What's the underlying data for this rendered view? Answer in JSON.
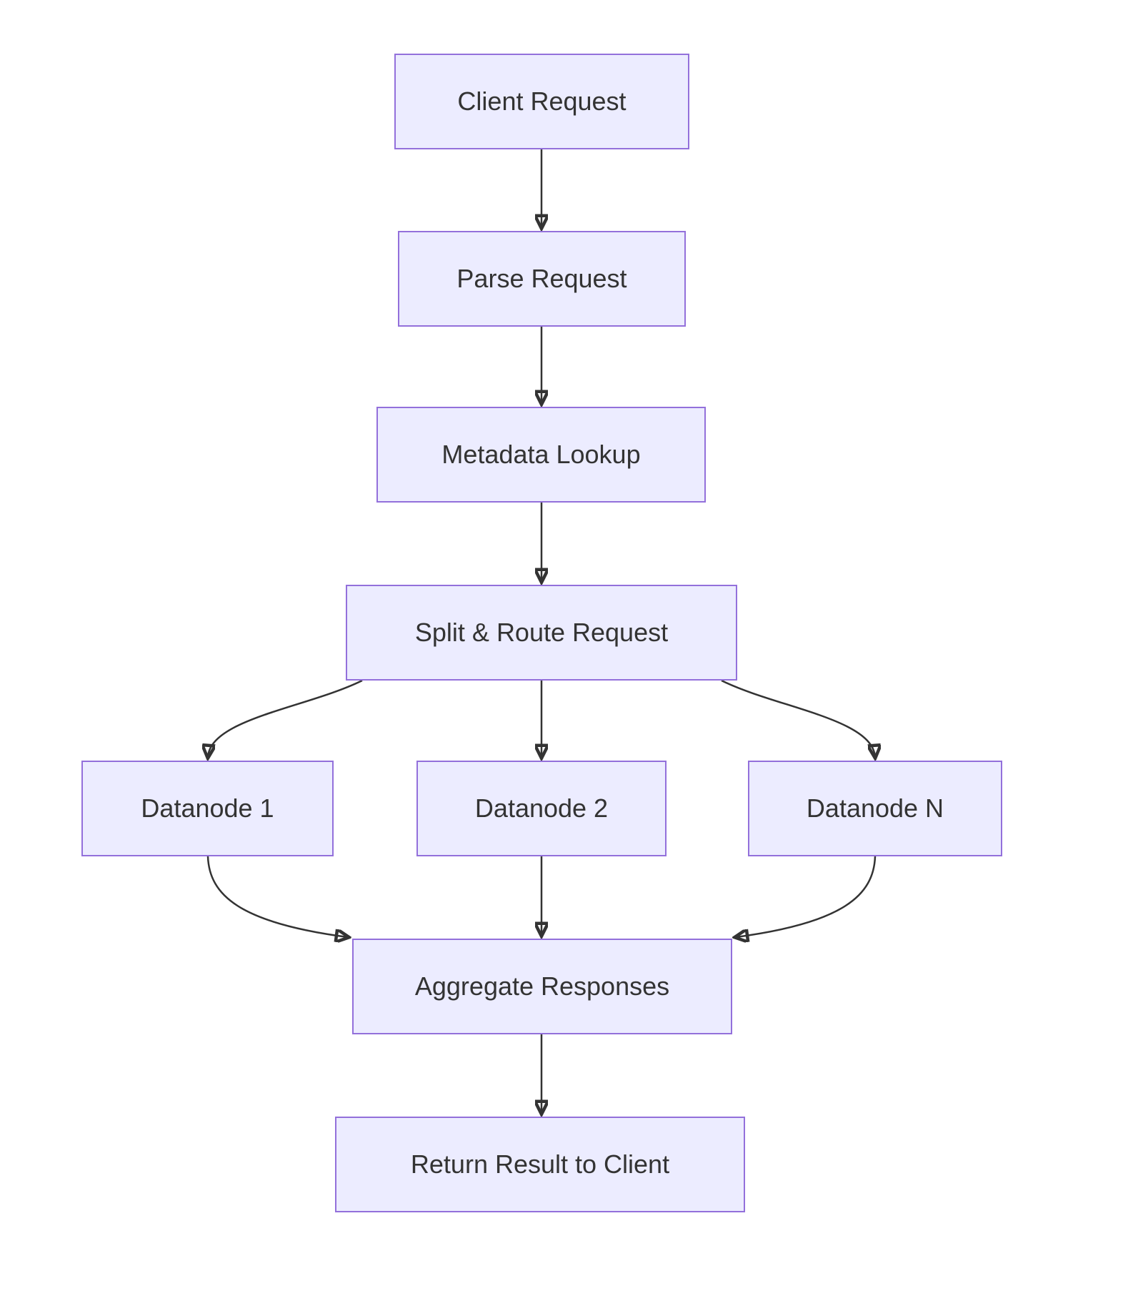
{
  "diagram": {
    "type": "flowchart",
    "direction": "top-down",
    "colors": {
      "node_fill": "#ECECFF",
      "node_border": "#9370DB",
      "arrow": "#333333",
      "text": "#333333",
      "background": "#FFFFFF"
    },
    "nodes": [
      {
        "id": "client",
        "label": "Client Request"
      },
      {
        "id": "parse",
        "label": "Parse Request"
      },
      {
        "id": "metadata",
        "label": "Metadata Lookup"
      },
      {
        "id": "split",
        "label": "Split & Route Request"
      },
      {
        "id": "datanode1",
        "label": "Datanode 1"
      },
      {
        "id": "datanode2",
        "label": "Datanode 2"
      },
      {
        "id": "datanodeN",
        "label": "Datanode N"
      },
      {
        "id": "aggregate",
        "label": "Aggregate Responses"
      },
      {
        "id": "return",
        "label": "Return Result to Client"
      }
    ],
    "edges": [
      {
        "from": "client",
        "to": "parse"
      },
      {
        "from": "parse",
        "to": "metadata"
      },
      {
        "from": "metadata",
        "to": "split"
      },
      {
        "from": "split",
        "to": "datanode1"
      },
      {
        "from": "split",
        "to": "datanode2"
      },
      {
        "from": "split",
        "to": "datanodeN"
      },
      {
        "from": "datanode1",
        "to": "aggregate"
      },
      {
        "from": "datanode2",
        "to": "aggregate"
      },
      {
        "from": "datanodeN",
        "to": "aggregate"
      },
      {
        "from": "aggregate",
        "to": "return"
      }
    ]
  }
}
